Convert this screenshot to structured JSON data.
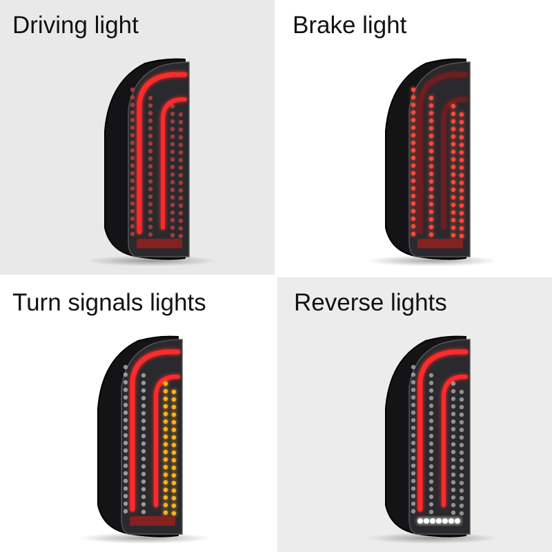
{
  "panels": [
    {
      "label": "Driving light",
      "mode": "driving"
    },
    {
      "label": "Brake light",
      "mode": "brake"
    },
    {
      "label": "Turn signals lights",
      "mode": "turn"
    },
    {
      "label": "Reverse lights",
      "mode": "reverse"
    }
  ],
  "colors": {
    "housing": "#141416",
    "lens": "#2a2a2e",
    "red_glow": "#ff2a2a",
    "amber": "#ffb020",
    "white": "#ffffff"
  }
}
